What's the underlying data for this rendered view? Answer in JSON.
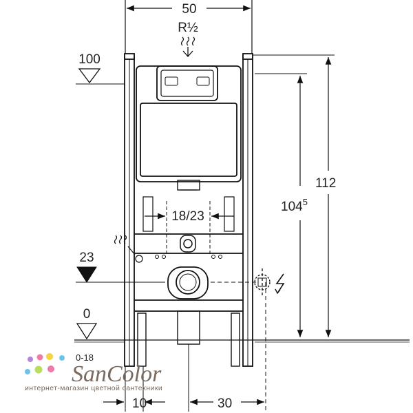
{
  "dimensions": {
    "top_width": "50",
    "supply": "R½",
    "level_top": "100",
    "level_mid": "23",
    "level_floor": "0",
    "level_below": "0-18",
    "center": "18/23",
    "height_inner_base": "104",
    "height_inner_exp": "5",
    "height_total": "112",
    "bottom_left": "10",
    "bottom_right": "30"
  },
  "watermark": {
    "brand": "SanColor",
    "tagline": "интернет-магазин цветной сантехники"
  },
  "colors": {
    "line": "#111111",
    "dot_pink": "#f27aa9",
    "dot_yellow": "#f6d23c",
    "dot_blue": "#6fc3ea",
    "dot_purple": "#b685d8",
    "dot_green": "#b8dc5c",
    "brand_text": "#7a6a5e"
  }
}
